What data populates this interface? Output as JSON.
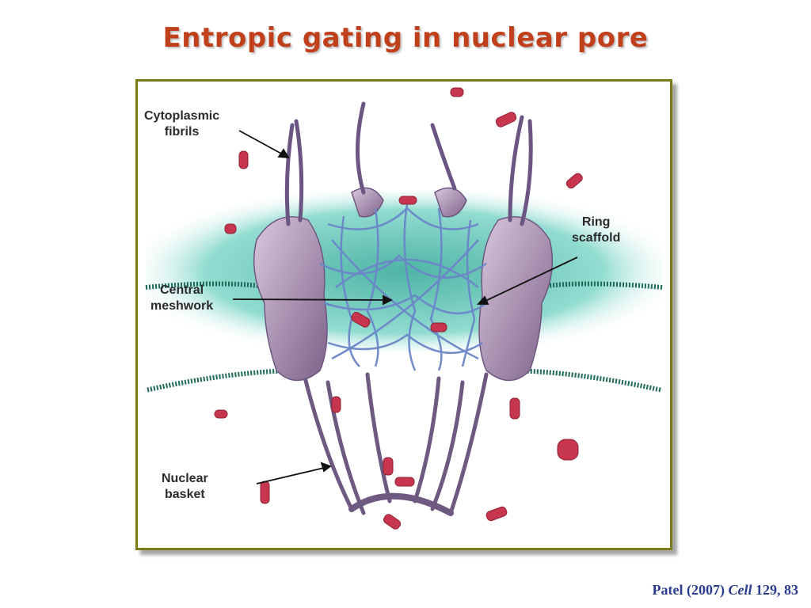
{
  "title": "Entropic gating in nuclear pore",
  "diagram": {
    "labels": {
      "cytoplasmic_fibrils": [
        "Cytoplasmic",
        "fibrils"
      ],
      "central_meshwork": [
        "Central",
        "meshwork"
      ],
      "ring_scaffold": [
        "Ring",
        "scaffold"
      ],
      "nuclear_basket": [
        "Nuclear",
        "basket"
      ]
    },
    "colors": {
      "frame": "#7c7c16",
      "membrane": "#43b7a6",
      "envelope_edge": "#1f6b5a",
      "scaffold": "#9a7fa6",
      "meshwork": "#6b86c8",
      "cargo": "#c8354e"
    }
  },
  "citation": {
    "author_year": "Patel (2007) ",
    "journal": "Cell",
    "volume_pages": " 129, 83"
  }
}
